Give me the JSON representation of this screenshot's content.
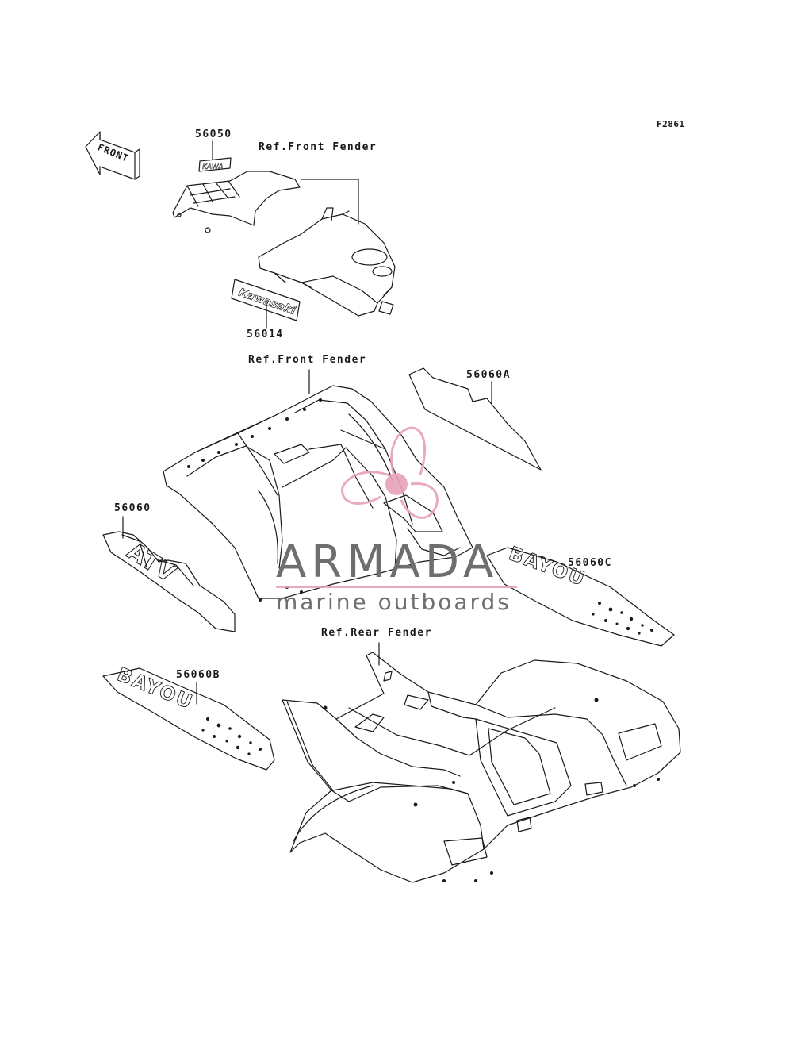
{
  "figure_code": "F2861",
  "direction_arrow": {
    "text": "FRONT",
    "icon": "front-arrow-icon"
  },
  "callouts": {
    "p56050": "56050",
    "p56014": "56014",
    "p56060A": "56060A",
    "p56060": "56060",
    "p56060C": "56060C",
    "p56060B": "56060B"
  },
  "references": {
    "front_fender_top": "Ref.Front Fender",
    "front_fender_mid": "Ref.Front Fender",
    "rear_fender": "Ref.Rear Fender"
  },
  "decal_text": {
    "kawasaki": "Kawasaki",
    "logo_small": "KAWA",
    "bayou_b": "BAYOU",
    "bayou_c": "BAYOU",
    "atv": "ATV"
  },
  "watermark": {
    "brand": "ARMADA",
    "tagline": "marine outboards",
    "colors": {
      "accent": "#e8a1b8",
      "text": "#6e6e6e"
    }
  }
}
